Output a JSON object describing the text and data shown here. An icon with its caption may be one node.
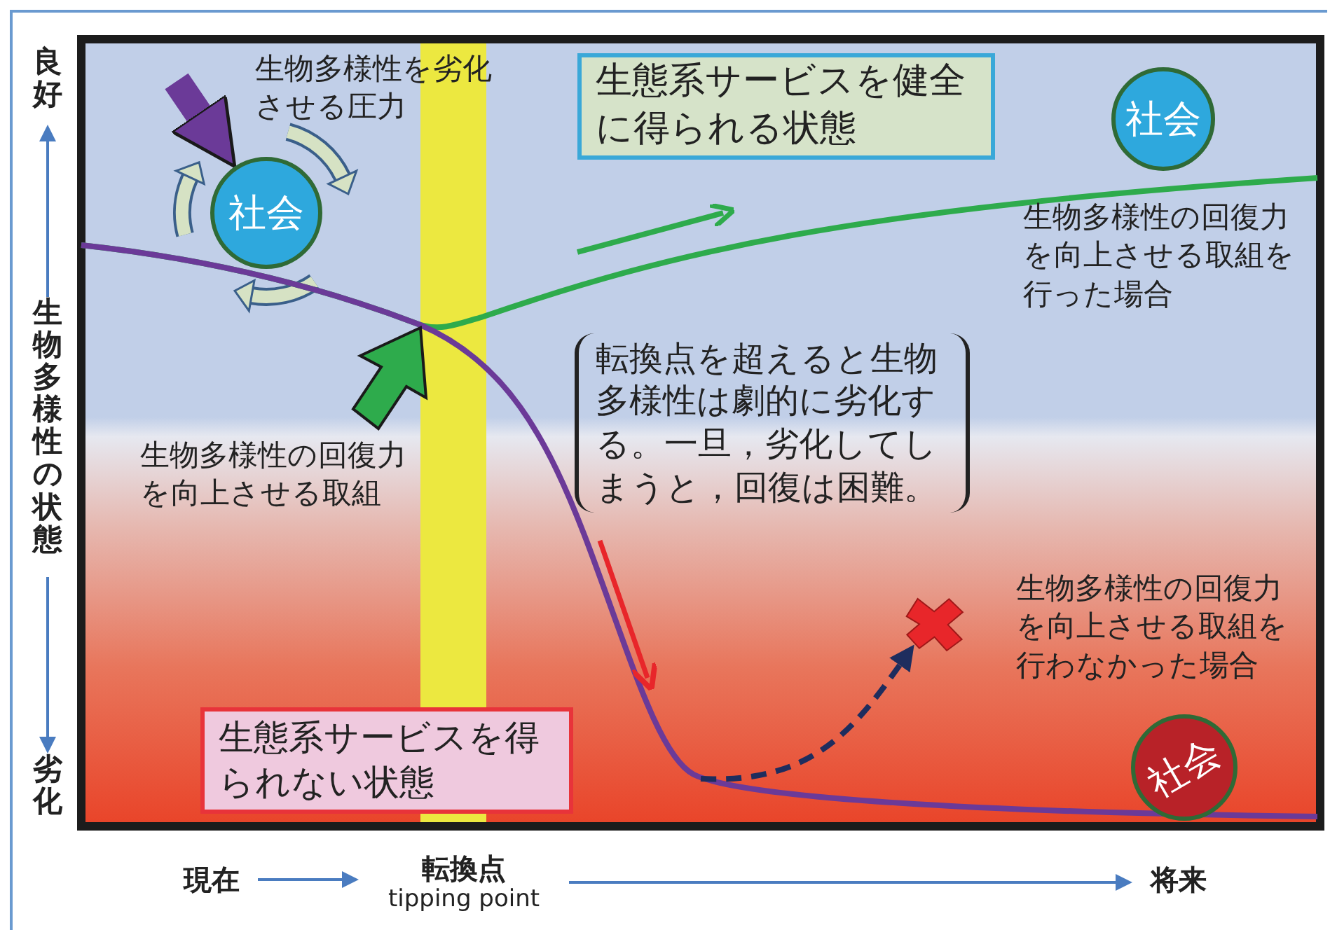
{
  "diagram": {
    "nodes": [
      {
        "text": [
          "社会"
        ]
      },
      {
        "text": [
          "社会"
        ]
      },
      {
        "text": [
          "社会"
        ]
      },
      {
        "text": [
          "生態系サービスを健全に得られる状態"
        ]
      },
      {
        "text": [
          "生態系サービスを得られない状態"
        ]
      },
      {
        "text": [
          "転換点を超えると生物多様性は劇的に劣化する。一旦，劣化してしまうと，回復は困難。"
        ]
      },
      {
        "text": [
          "現在"
        ]
      },
      {
        "text": [
          "転換点",
          "tipping point"
        ]
      },
      {
        "text": [
          "将来"
        ]
      },
      {
        "text": [
          "良好"
        ]
      },
      {
        "text": [
          "生物多様性の状態"
        ]
      },
      {
        "text": [
          "劣化"
        ]
      }
    ],
    "edges": [
      {
        "from": null,
        "to": 0,
        "arrow": "to",
        "style": "thick",
        "color": "#6b3a98"
      },
      {
        "from": 6,
        "to": 7,
        "arrow": "to"
      },
      {
        "from": 7,
        "to": 8,
        "arrow": "to"
      },
      {
        "from": 10,
        "to": 9,
        "arrow": "to"
      },
      {
        "from": 10,
        "to": 11,
        "arrow": "to"
      }
    ],
    "labels": [
      "生物多様性を劣化させる圧力",
      "生物多様性の回復力を向上させる取組",
      "生物多様性の回復力を向上させる取組を行った場合",
      "生物多様性の回復力を向上させる取組を行わなかった場合"
    ]
  }
}
